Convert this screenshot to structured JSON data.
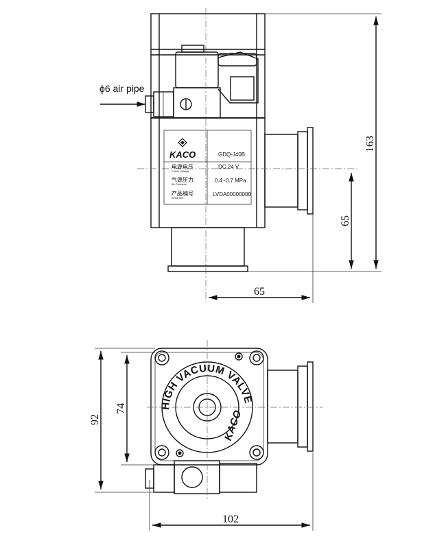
{
  "annotations": {
    "air_pipe": "ϕ6 air pipe"
  },
  "dimensions": {
    "front_height": "163",
    "flange_height": "65",
    "flange_offset": "65",
    "top_height": "92",
    "top_inner": "74",
    "top_width": "102"
  },
  "nameplate": {
    "brand": "KACO",
    "model": "GDQ-J40B",
    "power_label_cn": "电源电压",
    "power_label_en": "Power Voltage",
    "power_value": "DC 24  V",
    "pressure_label_cn": "气源压力",
    "pressure_label_en": "Air Pressure",
    "pressure_value": "0.4~0.7  MPa",
    "serial_label_cn": "产品编号",
    "serial_label_en": "Serial NO.",
    "serial_value": "LVDA00000000"
  },
  "top_view": {
    "ring_text": "HIGH VACUUM VALVE",
    "brand": "KACO"
  }
}
